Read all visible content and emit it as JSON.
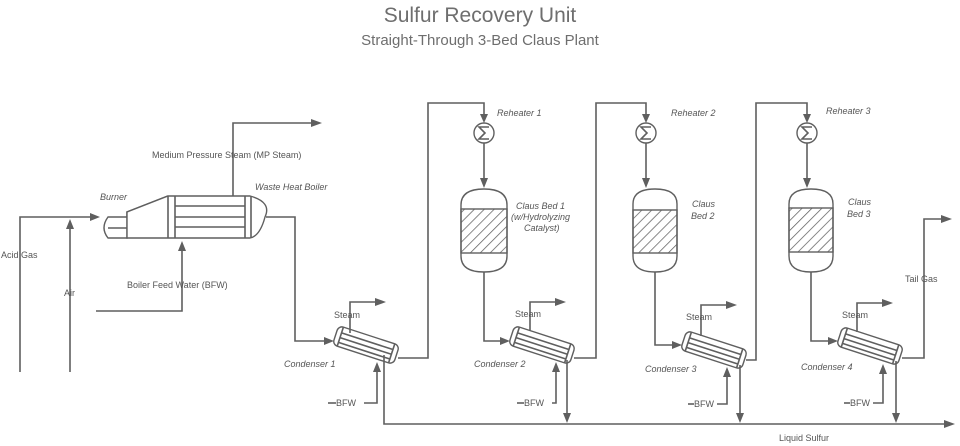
{
  "title": "Sulfur Recovery Unit",
  "subtitle": "Straight-Through 3-Bed Claus Plant",
  "colors": {
    "line": "#5f5f5f",
    "text": "#555555",
    "title": "#6e6e6e",
    "background": "#ffffff"
  },
  "inputs": {
    "acid_gas": "Acid Gas",
    "air": "Air",
    "bfw_boiler": "Boiler Feed Water (BFW)"
  },
  "equipment": {
    "burner": "Burner",
    "waste_heat_boiler": "Waste Heat Boiler",
    "mp_steam": "Medium Pressure Steam (MP Steam)",
    "reheaters": [
      "Reheater 1",
      "Reheater 2",
      "Reheater 3"
    ],
    "claus_beds": [
      [
        "Claus Bed 1",
        "(w/Hydrolyzing",
        "Catalyst)"
      ],
      [
        "Claus",
        "Bed 2"
      ],
      [
        "Claus",
        "Bed 3"
      ]
    ],
    "condensers": [
      "Condenser 1",
      "Condenser 2",
      "Condenser 3",
      "Condenser 4"
    ],
    "steam_label": "Steam",
    "bfw_label": "BFW"
  },
  "outputs": {
    "tail_gas": "Tail Gas",
    "liquid_sulfur": "Liquid Sulfur"
  }
}
